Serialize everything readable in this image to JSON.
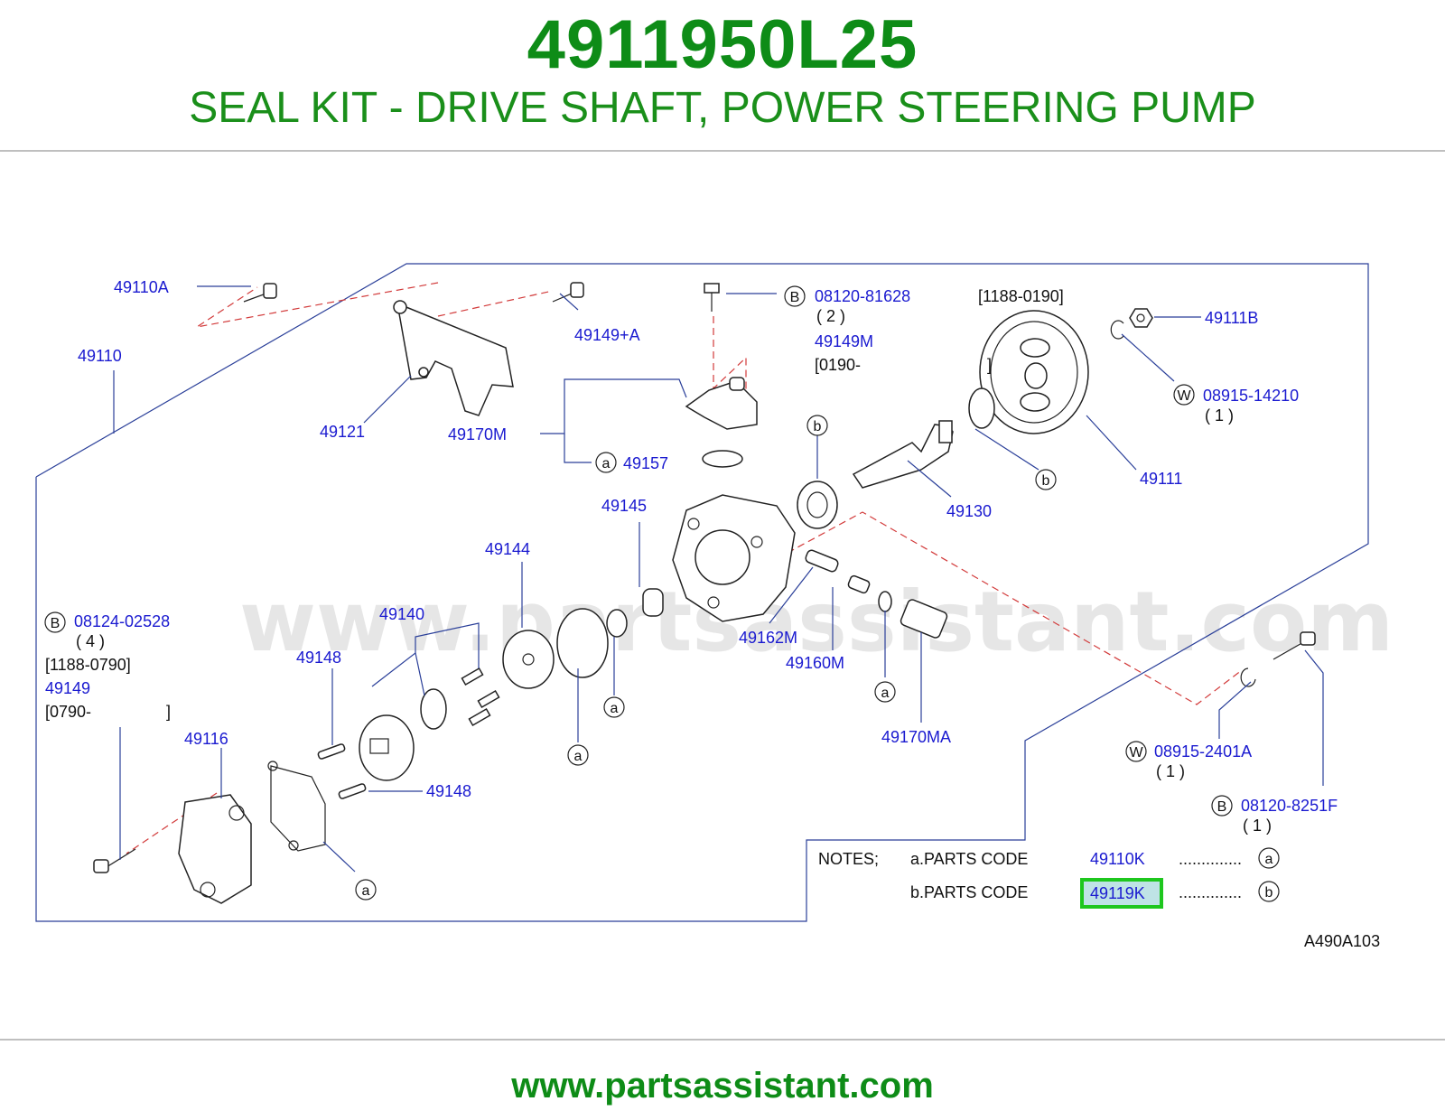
{
  "header": {
    "part_number": "4911950L25",
    "title": "SEAL KIT - DRIVE SHAFT, POWER STEERING PUMP"
  },
  "footer": {
    "url": "www.partsassistant.com"
  },
  "watermark": "www.partsassistant.com",
  "diagram_code": "A490A103",
  "colors": {
    "brand_green": "#0e8c17",
    "label_blue": "#1a1ad0",
    "highlight_green": "#1ec71e",
    "highlight_fill": "#bfe3e6",
    "leader_red": "#d23a3a"
  },
  "labels": {
    "p49110A": "49110A",
    "p49110": "49110",
    "p49121": "49121",
    "p49149A": "49149+A",
    "p49170M": "49170M",
    "p49157": "49157",
    "p08120_81628": "08120-81628",
    "qty_2": "( 2 )",
    "p49149M": "49149M",
    "range_0190": "[0190-",
    "bracket_close_1": "]",
    "range_1188_0190": "[1188-0190]",
    "p49111B": "49111B",
    "p08915_14210": "08915-14210",
    "qty_1a": "( 1 )",
    "p49111": "49111",
    "p49130": "49130",
    "p49145": "49145",
    "p49144": "49144",
    "p49140": "49140",
    "p49148a": "49148",
    "p49148b": "49148",
    "p49116": "49116",
    "p08124_02528": "08124-02528",
    "qty_4": "( 4 )",
    "range_1188_0790": "[1188-0790]",
    "p49149": "49149",
    "range_0790": "[0790-",
    "bracket_close_2": "]",
    "p49162M": "49162M",
    "p49160M": "49160M",
    "p49170MA": "49170MA",
    "p08915_2401A": "08915-2401A",
    "qty_1b": "( 1 )",
    "p08120_8251F": "08120-8251F",
    "qty_1c": "( 1 )"
  },
  "markers": {
    "a": "a",
    "b": "b",
    "B": "B",
    "W": "W"
  },
  "notes": {
    "heading": "NOTES;",
    "row_a_label": "a.PARTS CODE",
    "row_a_code": "49110K",
    "row_a_dots": "..............",
    "row_b_label": "b.PARTS CODE",
    "row_b_code": "49119K",
    "row_b_dots": "..............",
    "highlighted_code": "49119K"
  }
}
